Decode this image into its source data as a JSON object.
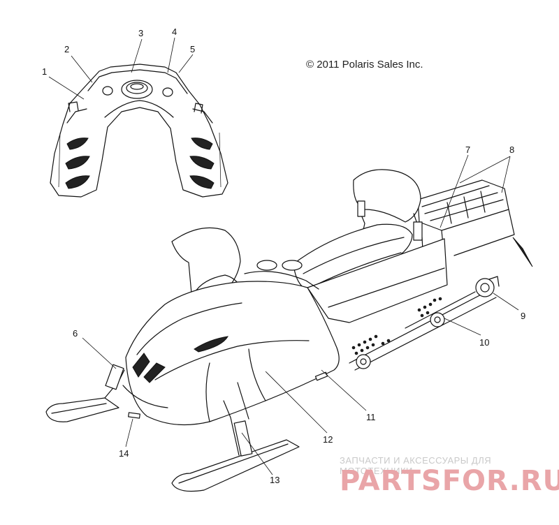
{
  "copyright": "© 2011 Polaris Sales Inc.",
  "callouts": [
    "1",
    "2",
    "3",
    "4",
    "5",
    "6",
    "7",
    "8",
    "9",
    "10",
    "11",
    "12",
    "13",
    "14"
  ],
  "watermark": {
    "tagline": "ЗАПЧАСТИ И АКСЕССУАРЫ ДЛЯ МОТОТЕХНИКИ",
    "brand": "PARTSFOR.RU"
  },
  "colors": {
    "line": "#111111",
    "watermark_brand": "#e9a5a8",
    "watermark_tagline": "#c9c9c9"
  }
}
